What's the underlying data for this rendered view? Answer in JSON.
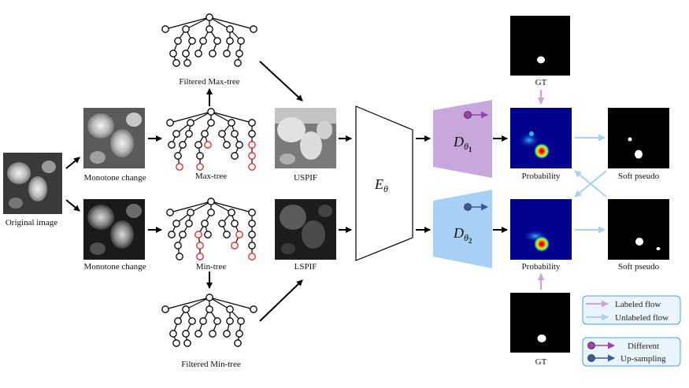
{
  "labels": {
    "original_image": "Original image",
    "monotone_top": "Monotone change",
    "monotone_bottom": "Monotone change",
    "filtered_max_tree": "Filtered Max-tree",
    "max_tree": "Max-tree",
    "min_tree": "Min-tree",
    "filtered_min_tree": "Filtered Min-tree",
    "uspif": "USPIF",
    "lspif": "LSPIF",
    "probability_top": "Probability",
    "probability_bottom": "Probability",
    "soft_pseudo_top": "Soft pseudo",
    "soft_pseudo_bottom": "Soft pseudo",
    "gt_top": "GT",
    "gt_bottom": "GT"
  },
  "encoder": {
    "symbol": "E",
    "subscript": "θ"
  },
  "decoder_1": {
    "symbol": "D",
    "subscript": "θ",
    "index": "1"
  },
  "decoder_2": {
    "symbol": "D",
    "subscript": "θ",
    "index": "2"
  },
  "legend": {
    "labeled_flow": "Labeled flow",
    "unlabeled_flow": "Unlabeled flow",
    "different": "Different",
    "up_sampling": "Up-sampling"
  },
  "colors": {
    "decoder_1_fill": "#c8a8dc",
    "decoder_2_fill": "#a8d0f5",
    "labeled_flow": "#c8a8dc",
    "unlabeled_flow": "#a8d0f5",
    "different_dot": "#a040b0",
    "upsampling_dot": "#3a5a9a",
    "tree_red": "#e02020",
    "legend_border": "#4aa0d8",
    "legend_bg": "#eaf4ff"
  }
}
